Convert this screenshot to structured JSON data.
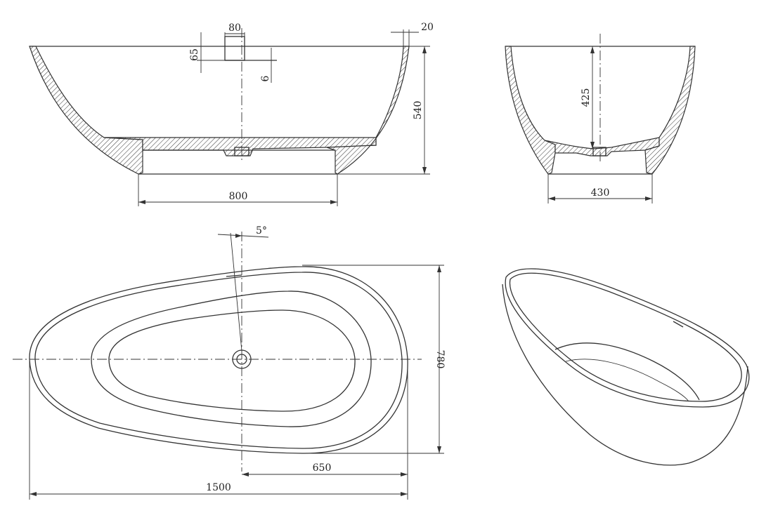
{
  "dimensions": {
    "side_drain_width": "80",
    "side_drain_height": "65",
    "side_lip": "6",
    "side_rim": "20",
    "side_height": "540",
    "side_base": "800",
    "end_depth": "425",
    "end_base": "430",
    "plan_angle": "5°",
    "plan_width": "780",
    "plan_drain_offset": "650",
    "plan_length": "1500"
  }
}
